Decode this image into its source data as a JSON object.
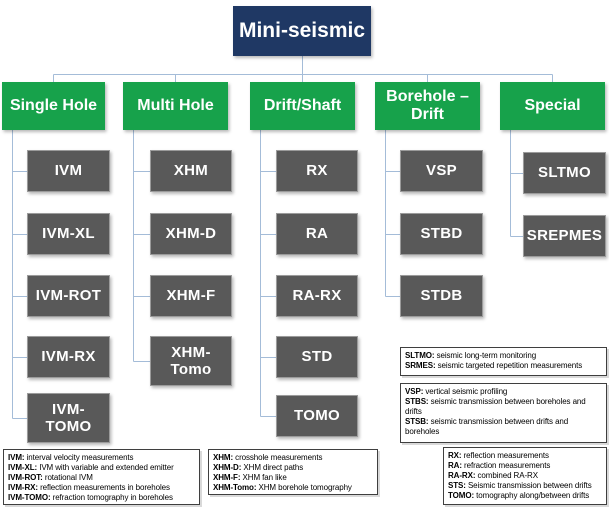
{
  "root": {
    "label": "Mini-seismic"
  },
  "columns": [
    {
      "label": "Single Hole",
      "children": [
        "IVM",
        "IVM-XL",
        "IVM-ROT",
        "IVM-RX",
        "IVM-\nTOMO"
      ]
    },
    {
      "label": "Multi Hole",
      "children": [
        "XHM",
        "XHM-D",
        "XHM-F",
        "XHM-\nTomo"
      ]
    },
    {
      "label": "Drift/Shaft",
      "children": [
        "RX",
        "RA",
        "RA-RX",
        "STD",
        "TOMO"
      ]
    },
    {
      "label": "Borehole –\nDrift",
      "children": [
        "VSP",
        "STBD",
        "STDB"
      ]
    },
    {
      "label": "Special",
      "children": [
        "SLTMO",
        "SREPMES"
      ]
    }
  ],
  "legends": [
    {
      "title": "single-hole-abbreviations",
      "entries": [
        {
          "term": "IVM:",
          "desc": " interval velocity measurements"
        },
        {
          "term": "IVM-XL:",
          "desc": " IVM with variable and extended emitter"
        },
        {
          "term": "IVM-ROT:",
          "desc": " rotational IVM"
        },
        {
          "term": "IVM-RX:",
          "desc": " reflection measurements in boreholes"
        },
        {
          "term": "IVM-TOMO:",
          "desc": " refraction tomography in boreholes"
        }
      ]
    },
    {
      "title": "multi-hole-abbreviations",
      "entries": [
        {
          "term": "XHM:",
          "desc": " crosshole measurements"
        },
        {
          "term": "XHM-D:",
          "desc": " XHM direct paths"
        },
        {
          "term": "XHM-F:",
          "desc": " XHM fan like"
        },
        {
          "term": "XHM-Tomo:",
          "desc": " XHM borehole tomography"
        }
      ]
    },
    {
      "title": "special-abbreviations",
      "entries": [
        {
          "term": "SLTMO:",
          "desc": " seismic long-term monitoring"
        },
        {
          "term": "SRMES:",
          "desc": " seismic targeted repetition measurements"
        }
      ]
    },
    {
      "title": "borehole-drift-abbreviations",
      "entries": [
        {
          "term": "VSP:",
          "desc": " vertical seismic profiling"
        },
        {
          "term": "STBS:",
          "desc": " seismic transmission between boreholes and drifts"
        },
        {
          "term": "STSB:",
          "desc": " seismic transmission between drifts and boreholes"
        }
      ]
    },
    {
      "title": "drift-shaft-abbreviations",
      "entries": [
        {
          "term": "RX:",
          "desc": " reflection measurements"
        },
        {
          "term": "RA:",
          "desc": " refraction measurements"
        },
        {
          "term": "RA-RX:",
          "desc": " combined RA-RX"
        },
        {
          "term": "STS:",
          "desc": " Seismic transmission between drifts"
        },
        {
          "term": "TOMO:",
          "desc": " tomography along/between drifts"
        }
      ]
    }
  ],
  "colors": {
    "root_navy": "#1F3864",
    "category_green": "#17A24B",
    "leaf_gray": "#595959",
    "connector_blue": "#A4BCD8"
  }
}
